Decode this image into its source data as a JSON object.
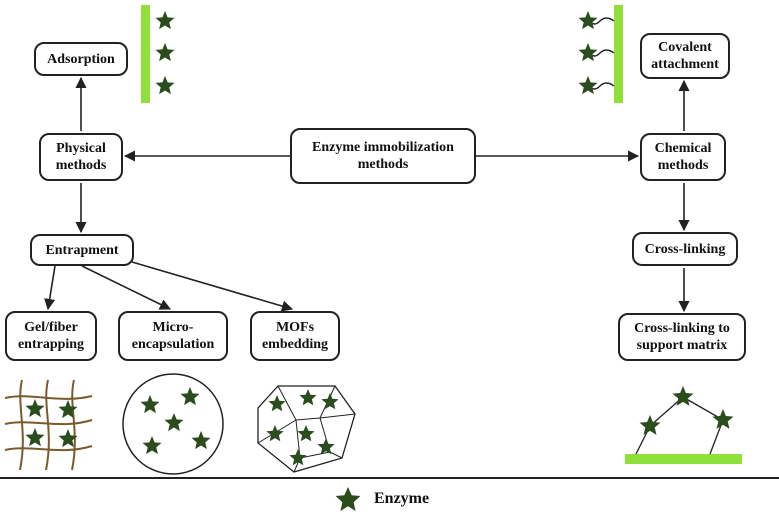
{
  "colors": {
    "star": "#2b4d1d",
    "support": "#8fe03a",
    "mesh": "#7a5a2a",
    "line": "#222222"
  },
  "nodes": {
    "center": "Enzyme immobilization\nmethods",
    "physical": "Physical\nmethods",
    "chemical": "Chemical\nmethods",
    "adsorption": "Adsorption",
    "covalent": "Covalent\nattachment",
    "entrapment": "Entrapment",
    "gel": "Gel/fiber\nentrapping",
    "micro": "Micro-\nencapsulation",
    "mofs": "MOFs\nembedding",
    "crosslinking": "Cross-linking",
    "crosslinking_support": "Cross-linking to\nsupport matrix"
  },
  "legend": {
    "icon": "star-icon",
    "label": "Enzyme"
  }
}
